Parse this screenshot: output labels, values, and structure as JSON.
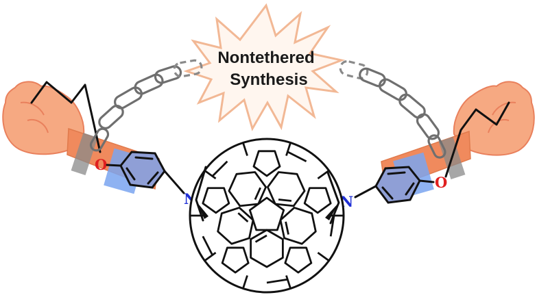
{
  "burst": {
    "line1": "Nontethered",
    "line2": "Synthesis"
  },
  "atoms": {
    "oxygen": "O",
    "nitrogen": "N"
  },
  "colors": {
    "skin": "#f6a982",
    "skin_shade": "#e9805c",
    "cuff": "#f08a5d",
    "highlight_blue": "#7aa5f0",
    "ring_fill": "#8f9fd6",
    "oxygen": "#e02020",
    "nitrogen": "#1f2fd6",
    "burst_outline": "#f2b895",
    "chain": "#6f6f6f"
  }
}
